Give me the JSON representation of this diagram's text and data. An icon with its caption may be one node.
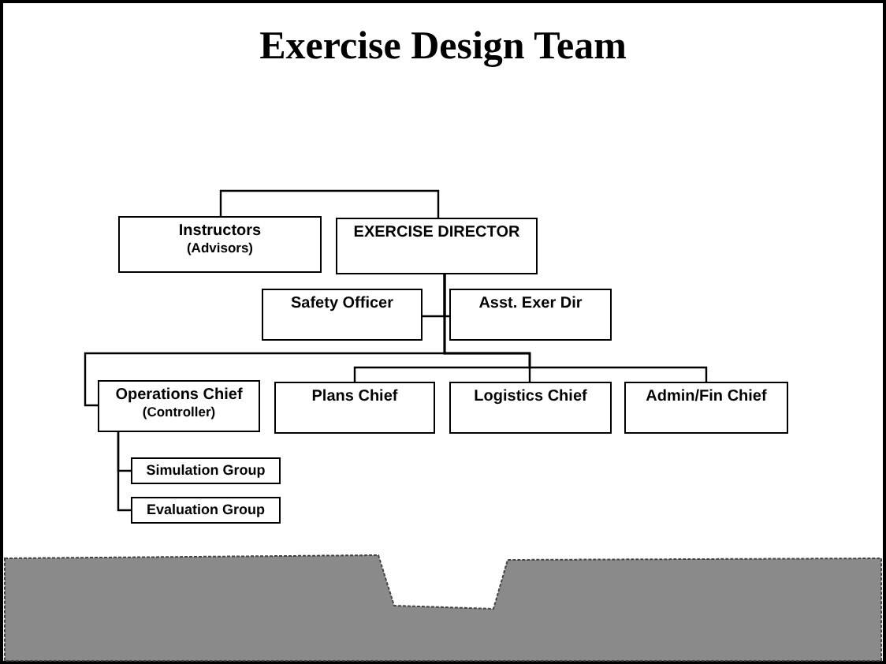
{
  "diagram": {
    "title": "Exercise Design Team",
    "nodes": [
      {
        "text": [
          "Instructors",
          "(Advisors)"
        ]
      },
      {
        "text": [
          "EXERCISE DIRECTOR"
        ]
      },
      {
        "text": [
          "Safety Officer"
        ]
      },
      {
        "text": [
          "Asst. Exer Dir"
        ]
      },
      {
        "text": [
          "Operations Chief",
          "(Controller)"
        ]
      },
      {
        "text": [
          "Plans Chief"
        ]
      },
      {
        "text": [
          "Logistics Chief"
        ]
      },
      {
        "text": [
          "Admin/Fin Chief"
        ]
      },
      {
        "text": [
          "Simulation Group"
        ]
      },
      {
        "text": [
          "Evaluation Group"
        ]
      }
    ],
    "edges": [
      {
        "from": 1,
        "to": 0,
        "arrow": "none"
      },
      {
        "from": 1,
        "to": 2,
        "arrow": "none"
      },
      {
        "from": 1,
        "to": 3,
        "arrow": "none"
      },
      {
        "from": 1,
        "to": 4,
        "arrow": "none"
      },
      {
        "from": 1,
        "to": 5,
        "arrow": "none"
      },
      {
        "from": 1,
        "to": 6,
        "arrow": "none"
      },
      {
        "from": 1,
        "to": 7,
        "arrow": "none"
      },
      {
        "from": 4,
        "to": 8,
        "arrow": "none"
      },
      {
        "from": 4,
        "to": 9,
        "arrow": "none"
      }
    ]
  }
}
